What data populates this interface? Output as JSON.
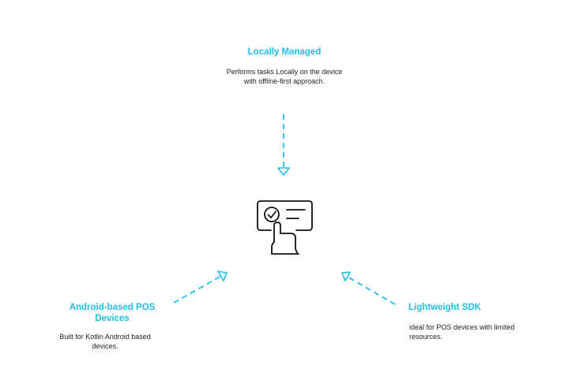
{
  "colors": {
    "accent": "#1fbfe6",
    "text": "#222222",
    "icon": "#111111"
  },
  "top": {
    "title": "Locally Managed",
    "description": "Performs tasks Locally on the device with offline-first approach."
  },
  "left": {
    "title": "Android-based POS Devices",
    "description": "Built for Kotlin  Android based devices."
  },
  "right": {
    "title": "Lightweight SDK",
    "description": "ideal for POS devices with limited resources."
  },
  "center_icon": {
    "name": "touch-screen-check-icon"
  }
}
